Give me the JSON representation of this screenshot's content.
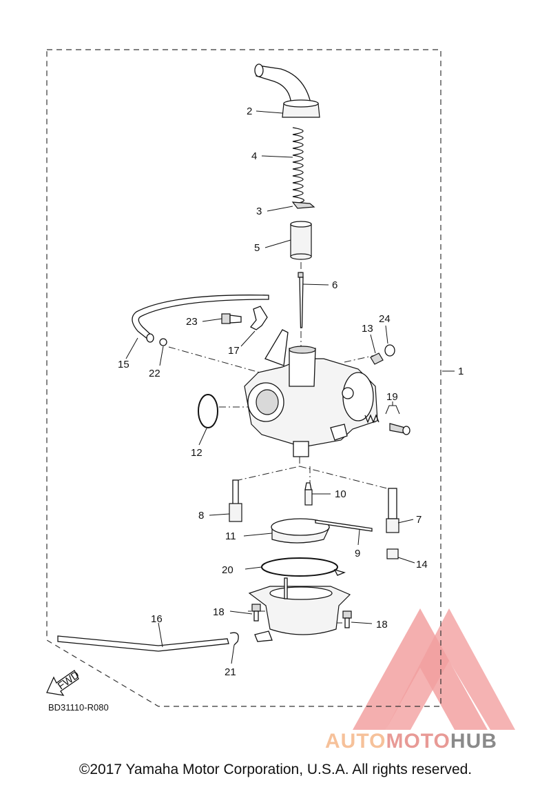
{
  "diagram": {
    "callouts": {
      "c1": "1",
      "c2": "2",
      "c3": "3",
      "c4": "4",
      "c5": "5",
      "c6": "6",
      "c7": "7",
      "c8": "8",
      "c9": "9",
      "c10": "10",
      "c11": "11",
      "c12": "12",
      "c13": "13",
      "c14": "14",
      "c15": "15",
      "c16": "16",
      "c17": "17",
      "c18a": "18",
      "c18b": "18",
      "c19": "19",
      "c20": "20",
      "c21": "21",
      "c22": "22",
      "c23": "23",
      "c24": "24"
    },
    "fwd_label": "FWD",
    "reference_code": "BD31110-R080"
  },
  "watermark": {
    "part_a": "AUTO",
    "part_b": "MOTO",
    "part_c": "HUB",
    "colors": {
      "a": "#f6c19a",
      "b": "#e89a96",
      "c": "#8a8a8a",
      "triangle": "#ef7f7f"
    }
  },
  "copyright": "©2017 Yamaha Motor Corporation, U.S.A. All rights reserved."
}
